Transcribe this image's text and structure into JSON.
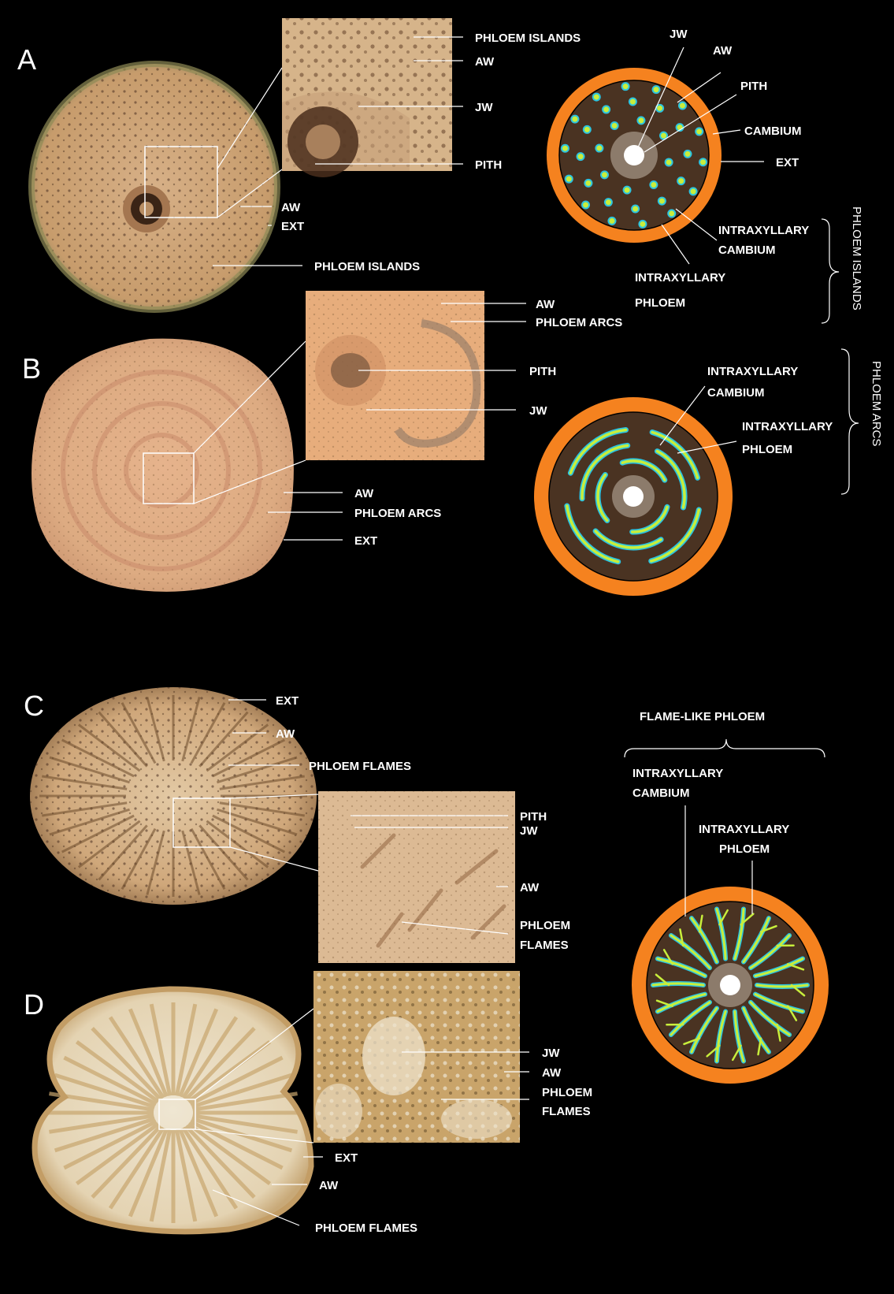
{
  "panels": {
    "a": "A",
    "b": "B",
    "c": "C",
    "d": "D"
  },
  "labels": {
    "phloem_islands": "PHLOEM ISLANDS",
    "aw": "AW",
    "jw": "JW",
    "pith": "PITH",
    "ext": "EXT",
    "cambium": "CAMBIUM",
    "intraxyllary_cambium_1": "INTRAXYLLARY",
    "intraxyllary_cambium_2": "CAMBIUM",
    "intraxyllary_phloem_1": "INTRAXYLLARY",
    "intraxyllary_phloem_2": "PHLOEM",
    "phloem_arcs": "PHLOEM ARCS",
    "phloem_flames": "PHLOEM FLAMES",
    "phloem_flames_1": "PHLOEM",
    "phloem_flames_2": "FLAMES",
    "flame_like_phloem": "FLAME-LIKE PHLOEM"
  },
  "colors": {
    "background": "#000000",
    "cambium_ring": "#f5821f",
    "wood": "#4a3322",
    "intraxyllary_phloem": "#c8ee3c",
    "intraxyllary_cambium": "#2bc4e0",
    "juvenile_wood": "#8c7b6b",
    "pith": "#ffffff"
  }
}
